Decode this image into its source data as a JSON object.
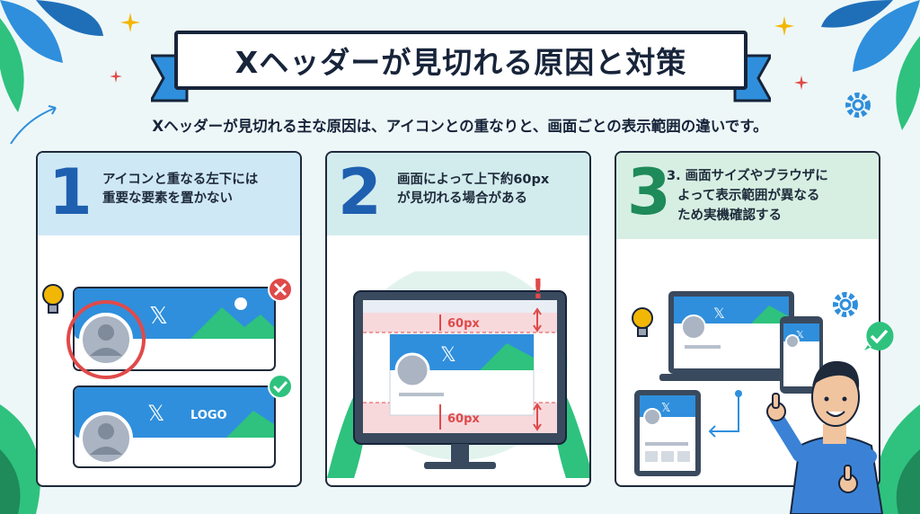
{
  "title": "Xヘッダーが見切れる原因と対策",
  "subtitle": "Xヘッダーが見切れる主な原因は、アイコンとの重なりと、画面ごとの表示範囲の違いです。",
  "panels": [
    {
      "number": "1",
      "lines": [
        "アイコンと重なる左下には",
        "重要な要素を置かない"
      ],
      "color": "#1e5fb0",
      "head_bg": "#cfe8f6"
    },
    {
      "number": "2",
      "lines": [
        "画面によって上下約60px",
        "が見切れる場合がある"
      ],
      "color": "#1e5fb0",
      "head_bg": "#d2ecee"
    },
    {
      "number": "3",
      "lines": [
        "3. 画面サイズやブラウザに",
        "よって表示範囲が異なる",
        "ため実機確認する"
      ],
      "color": "#1f8a5a",
      "head_bg": "#d6efe2"
    }
  ],
  "examples": {
    "x_glyph": "𝕏",
    "logo_text": "LOGO"
  },
  "monitor": {
    "top_margin_label": "60px",
    "bottom_margin_label": "60px",
    "alert_mark": "!"
  },
  "colors": {
    "navy": "#17243a",
    "blue": "#2f8fdc",
    "green": "#2ec27e",
    "red": "#e04a4a",
    "accent_yellow": "#f2b705"
  },
  "icons": [
    "sparkle-icon",
    "lightbulb-icon",
    "gear-icon",
    "cross-mark-icon",
    "check-mark-icon",
    "leaf-decoration"
  ]
}
